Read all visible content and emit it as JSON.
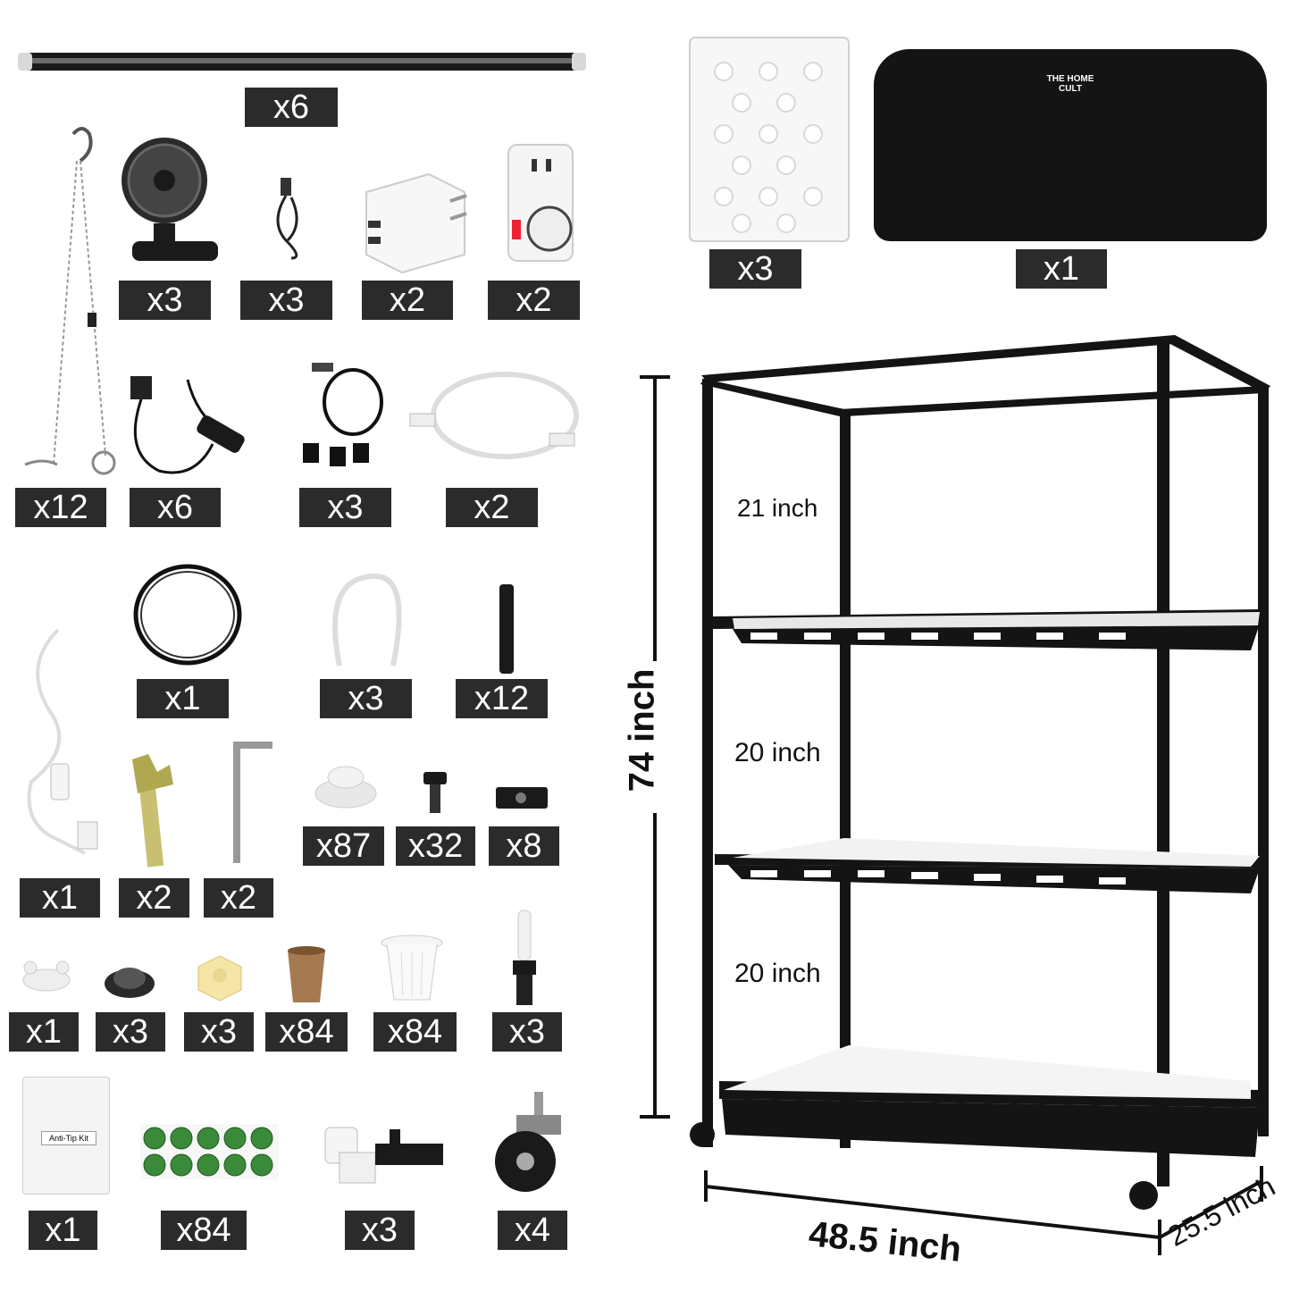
{
  "items": [
    {
      "name": "led-grow-light-bar",
      "qty": "x6"
    },
    {
      "name": "hanging-chain",
      "qty": "x12"
    },
    {
      "name": "clip-fan",
      "qty": "x3"
    },
    {
      "name": "usb-cable",
      "qty": "x3"
    },
    {
      "name": "usb-power-adapter",
      "qty": "x2"
    },
    {
      "name": "outlet-timer",
      "qty": "x2"
    },
    {
      "name": "light-switch-cable",
      "qty": "x6"
    },
    {
      "name": "usb-splitter-cable",
      "qty": "x3"
    },
    {
      "name": "link-cable",
      "qty": "x2"
    },
    {
      "name": "planting-tray-lid",
      "qty": "x3"
    },
    {
      "name": "dust-cover",
      "qty": "x1"
    },
    {
      "name": "black-tubing",
      "qty": "x1"
    },
    {
      "name": "short-link-cable",
      "qty": "x3"
    },
    {
      "name": "cable-strap",
      "qty": "x12"
    },
    {
      "name": "power-cord-with-switch",
      "qty": "x1"
    },
    {
      "name": "wrench",
      "qty": "x2"
    },
    {
      "name": "hex-key",
      "qty": "x2"
    },
    {
      "name": "hole-plug",
      "qty": "x87"
    },
    {
      "name": "screw",
      "qty": "x32"
    },
    {
      "name": "light-clip",
      "qty": "x8"
    },
    {
      "name": "tray-plate",
      "qty": "x1"
    },
    {
      "name": "filter-mesh",
      "qty": "x3"
    },
    {
      "name": "fitting-nut",
      "qty": "x3"
    },
    {
      "name": "peat-pellet",
      "qty": "x84"
    },
    {
      "name": "net-cup",
      "qty": "x84"
    },
    {
      "name": "water-level-indicator",
      "qty": "x3"
    },
    {
      "name": "anti-tip-kit",
      "qty": "x1",
      "label": "Anti-Tip Kit"
    },
    {
      "name": "plant-label-stickers",
      "qty": "x84"
    },
    {
      "name": "drain-valve",
      "qty": "x3"
    },
    {
      "name": "caster-wheel",
      "qty": "x4"
    }
  ],
  "cover_logo": "THE HOME CULT",
  "dimensions": {
    "height": "74 inch",
    "top_gap": "21 inch",
    "middle_gap": "20 inch",
    "bottom_gap": "20 inch",
    "width": "48.5 inch",
    "depth": "25.5 inch"
  }
}
